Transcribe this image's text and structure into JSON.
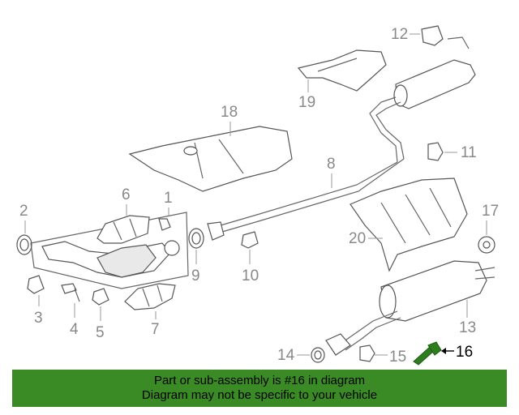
{
  "callouts": {
    "c1": "1",
    "c2": "2",
    "c3": "3",
    "c4": "4",
    "c5": "5",
    "c6": "6",
    "c7": "7",
    "c8": "8",
    "c9": "9",
    "c10": "10",
    "c11": "11",
    "c12": "12",
    "c13": "13",
    "c14": "14",
    "c15": "15",
    "c16": "16",
    "c17": "17",
    "c18": "18",
    "c19": "19",
    "c20": "20"
  },
  "highlighted_part": "16",
  "colors": {
    "banner": "#3a8a25",
    "highlight": "#2e7d1f",
    "callout_text": "#888888"
  },
  "banner": {
    "line1": "Part or sub-assembly is #16 in diagram",
    "line2": "Diagram may not be specific to your vehicle"
  }
}
